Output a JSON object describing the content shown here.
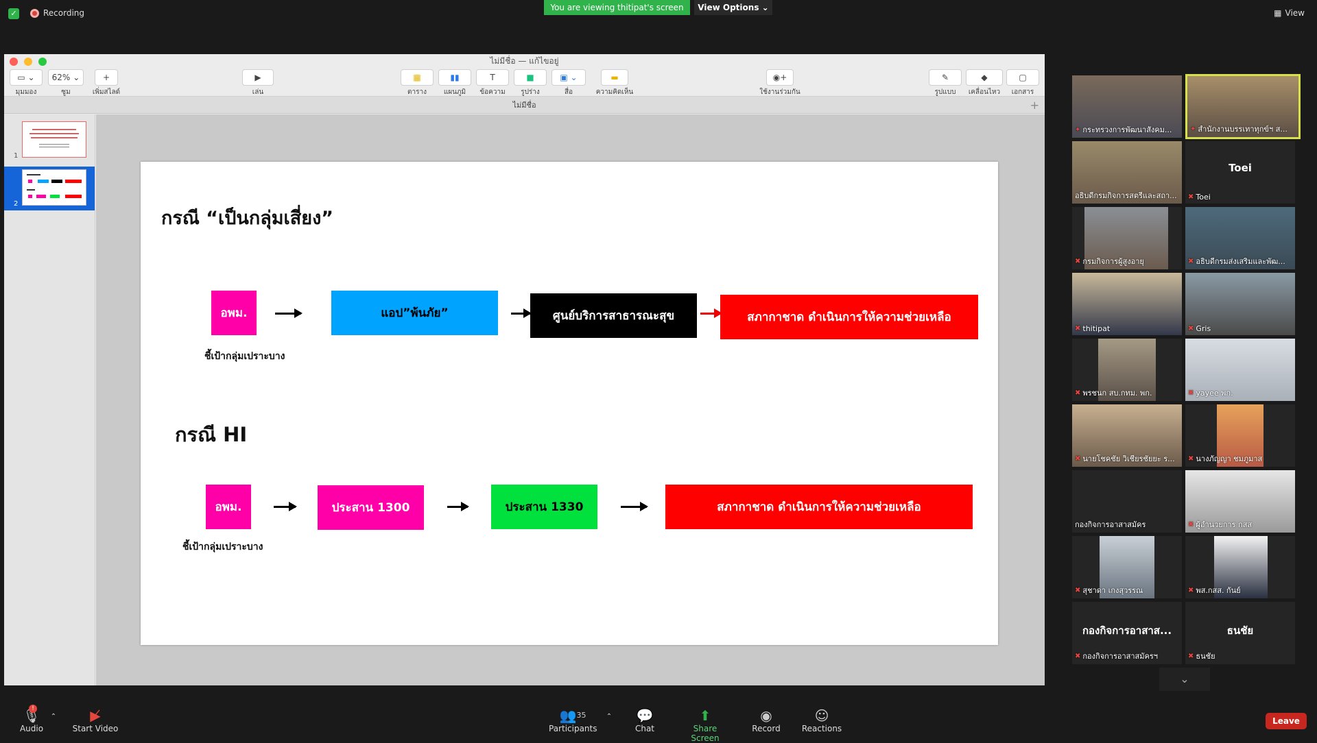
{
  "topbar": {
    "recording": "Recording",
    "viewing_banner": "You are viewing thitipat's screen",
    "view_options": "View Options ⌄",
    "view": "View"
  },
  "keynote": {
    "window_title": "ไม่มีชื่อ — แก้ไขอยู่",
    "doc_name": "ไม่มีชื่อ",
    "toolbar": {
      "view_label": "มุมมอง",
      "zoom_value": "62%",
      "zoom_label": "ซูม",
      "add_slide_label": "เพิ่มสไลด์",
      "play_label": "เล่น",
      "table_label": "ตาราง",
      "chart_label": "แผนภูมิ",
      "text_label": "ข้อความ",
      "shape_label": "รูปร่าง",
      "media_label": "สื่อ",
      "comment_label": "ความคิดเห็น",
      "collaborate_label": "ใช้งานร่วมกัน",
      "format_label": "รูปแบบ",
      "animate_label": "เคลื่อนไหว",
      "document_label": "เอกสาร"
    },
    "slides": [
      "1",
      "2"
    ]
  },
  "slide": {
    "title1": "กรณี “เป็นกลุ่มเสี่ยง”",
    "row1": {
      "box1": "อพม.",
      "box2": "แอป”พ้นภัย”",
      "box3": "ศูนย์บริการสาธารณะสุข",
      "box4": "สภากาชาด ดำเนินการให้ความช่วยเหลือ",
      "caption": "ชี้เป้ากลุ่มเปราะบาง"
    },
    "title2": "กรณี HI",
    "row2": {
      "box1": "อพม.",
      "box2": "ประสาน 1300",
      "box3": "ประสาน 1330",
      "box4": "สภากาชาด ดำเนินการให้ความช่วยเหลือ",
      "caption": "ชี้เป้ากลุ่มเปราะบาง"
    },
    "colors": {
      "pink": "#ff00a8",
      "blue": "#00a4ff",
      "black": "#000000",
      "red": "#ff0000",
      "green": "#00e13d"
    }
  },
  "participants": [
    {
      "name": "กระทรวงการพัฒนาสังคม...",
      "muted": false
    },
    {
      "name": "สำนักงานบรรเทาทุกข์ฯ ส...",
      "muted": false
    },
    {
      "name": "อธิบดีกรมกิจการสตรีและสถา...",
      "muted": false
    },
    {
      "name": "Toei",
      "muted": true,
      "big": "Toei"
    },
    {
      "name": "กรมกิจการผู้สูงอายุ",
      "muted": true
    },
    {
      "name": "อธิบดีกรมส่งเสริมและพัฒ...",
      "muted": true
    },
    {
      "name": "thitipat",
      "muted": true
    },
    {
      "name": "Gris",
      "muted": true
    },
    {
      "name": "พรชนก สบ.กทม. พก.",
      "muted": true
    },
    {
      "name": "yayee พก.",
      "muted": true
    },
    {
      "name": "นายโชคชัย วิเชียรชัยยะ ร...",
      "muted": true
    },
    {
      "name": "นางภัญญา ชมภูมาส",
      "muted": true
    },
    {
      "name": "กองกิจการอาสาสมัคร",
      "muted": false
    },
    {
      "name": "ผู้อำนวยการ กสส",
      "muted": true
    },
    {
      "name": "สุชาดา เกงสุวรรณ",
      "muted": true
    },
    {
      "name": "พส.กสส. กันย์",
      "muted": true
    },
    {
      "name": "กองกิจการอาสาสมัครฯ",
      "muted": true,
      "big": "กองกิจการอาสาส..."
    },
    {
      "name": "ธนชัย",
      "muted": true,
      "big": "ธนชัย"
    }
  ],
  "bottombar": {
    "audio": "Audio",
    "start_video": "Start Video",
    "participants": "Participants",
    "participants_count": "35",
    "chat": "Chat",
    "share_screen": "Share Screen",
    "record": "Record",
    "reactions": "Reactions",
    "leave": "Leave"
  }
}
